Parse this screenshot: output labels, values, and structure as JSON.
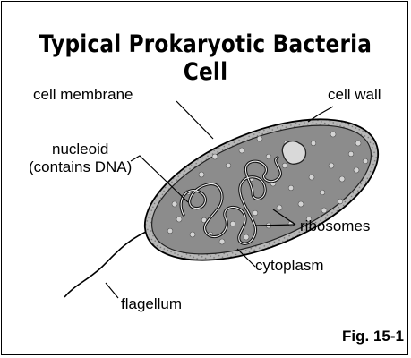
{
  "title": "Typical Prokaryotic Bacteria Cell",
  "labels": {
    "cell_membrane": "cell membrane",
    "cell_wall": "cell wall",
    "nucleoid_line1": "nucleoid",
    "nucleoid_line2": "(contains DNA)",
    "ribosomes": "ribosomes",
    "cytoplasm": "cytoplasm",
    "flagellum": "flagellum"
  },
  "figure_number": "Fig. 15-1",
  "colors": {
    "cell_wall": "#a8a8a8",
    "cytoplasm": "#8c8c8c",
    "ribosome": "#d6d6d6",
    "dna": "#111111"
  }
}
